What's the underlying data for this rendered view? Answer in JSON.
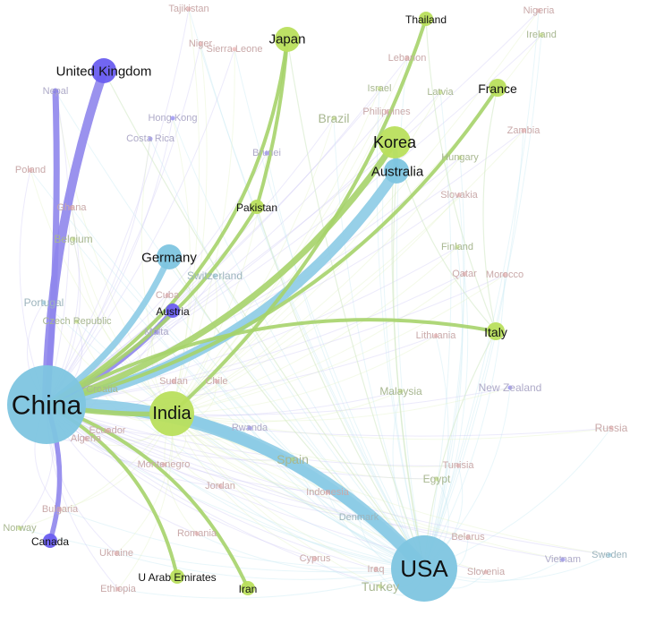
{
  "network": {
    "nodes": [
      {
        "label": "China",
        "color": "#7ec5e0",
        "size": "xl",
        "strong": true
      },
      {
        "label": "USA",
        "color": "#7ec5e0",
        "size": "l",
        "strong": true
      },
      {
        "label": "India",
        "color": "#b9df5d",
        "size": "ml",
        "strong": true
      },
      {
        "label": "Korea",
        "color": "#b9df5d",
        "size": "m",
        "strong": true
      },
      {
        "label": "Australia",
        "color": "#7ec5e0",
        "size": "s",
        "strong": true
      },
      {
        "label": "United Kingdom",
        "color": "#6a5ef0",
        "size": "s",
        "strong": true
      },
      {
        "label": "Germany",
        "color": "#7ec5e0",
        "size": "s",
        "strong": true
      },
      {
        "label": "Japan",
        "color": "#b9df5d",
        "size": "s",
        "strong": true
      },
      {
        "label": "Italy",
        "color": "#b9df5d",
        "size": "xs",
        "strong": true
      },
      {
        "label": "France",
        "color": "#b9df5d",
        "size": "xs",
        "strong": true
      },
      {
        "label": "Thailand",
        "color": "#b9df5d",
        "size": "xxs",
        "strong": true
      },
      {
        "label": "Pakistan",
        "color": "#b9df5d",
        "size": "xxs",
        "strong": true
      },
      {
        "label": "Austria",
        "color": "#6a5ef0",
        "size": "xxs",
        "strong": true
      },
      {
        "label": "Canada",
        "color": "#6a5ef0",
        "size": "xxs",
        "strong": true
      },
      {
        "label": "Iran",
        "color": "#b9df5d",
        "size": "xxs",
        "strong": true
      },
      {
        "label": "U Arab Emirates",
        "color": "#b9df5d",
        "size": "xxs",
        "strong": true
      },
      {
        "label": "Tajikistan",
        "color": "#e79a9a",
        "size": "dot"
      },
      {
        "label": "Nigeria",
        "color": "#e79a9a",
        "size": "dot"
      },
      {
        "label": "Ireland",
        "color": "#b9df5d",
        "size": "dot"
      },
      {
        "label": "Niger",
        "color": "#e79a9a",
        "size": "dot"
      },
      {
        "label": "Sierra Leone",
        "color": "#e79a9a",
        "size": "dot"
      },
      {
        "label": "Lebanon",
        "color": "#e79a9a",
        "size": "dot"
      },
      {
        "label": "Nepal",
        "color": "#6a5ef0",
        "size": "dot"
      },
      {
        "label": "Israel",
        "color": "#b9df5d",
        "size": "dot"
      },
      {
        "label": "Latvia",
        "color": "#b9df5d",
        "size": "dot"
      },
      {
        "label": "Philippines",
        "color": "#e79a9a",
        "size": "dot"
      },
      {
        "label": "Brazil",
        "color": "#b9df5d",
        "size": "dot"
      },
      {
        "label": "Hong Kong",
        "color": "#6a5ef0",
        "size": "dot"
      },
      {
        "label": "Zambia",
        "color": "#e79a9a",
        "size": "dot"
      },
      {
        "label": "Costa Rica",
        "color": "#6a5ef0",
        "size": "dot"
      },
      {
        "label": "Brunei",
        "color": "#6a5ef0",
        "size": "dot"
      },
      {
        "label": "Hungary",
        "color": "#b9df5d",
        "size": "dot"
      },
      {
        "label": "Poland",
        "color": "#e79a9a",
        "size": "dot"
      },
      {
        "label": "Slovakia",
        "color": "#e79a9a",
        "size": "dot"
      },
      {
        "label": "Ghana",
        "color": "#e79a9a",
        "size": "dot"
      },
      {
        "label": "Belgium",
        "color": "#b9df5d",
        "size": "dot"
      },
      {
        "label": "Finland",
        "color": "#b9df5d",
        "size": "dot"
      },
      {
        "label": "Switzerland",
        "color": "#7ec5e0",
        "size": "dot"
      },
      {
        "label": "Qatar",
        "color": "#e79a9a",
        "size": "dot"
      },
      {
        "label": "Morocco",
        "color": "#e79a9a",
        "size": "dot"
      },
      {
        "label": "Portugal",
        "color": "#7ec5e0",
        "size": "dot"
      },
      {
        "label": "Czech Republic",
        "color": "#b9df5d",
        "size": "dot"
      },
      {
        "label": "Cuba",
        "color": "#e79a9a",
        "size": "dot"
      },
      {
        "label": "Malta",
        "color": "#6a5ef0",
        "size": "dot"
      },
      {
        "label": "Lithuania",
        "color": "#e79a9a",
        "size": "dot"
      },
      {
        "label": "New Zealand",
        "color": "#6a5ef0",
        "size": "dot"
      },
      {
        "label": "Croatia",
        "color": "#b9df5d",
        "size": "dot"
      },
      {
        "label": "Sudan",
        "color": "#e79a9a",
        "size": "dot"
      },
      {
        "label": "Chile",
        "color": "#e79a9a",
        "size": "dot"
      },
      {
        "label": "Malaysia",
        "color": "#b9df5d",
        "size": "dot"
      },
      {
        "label": "Algeria",
        "color": "#e79a9a",
        "size": "dot"
      },
      {
        "label": "Ecuador",
        "color": "#e79a9a",
        "size": "dot"
      },
      {
        "label": "Rwanda",
        "color": "#6a5ef0",
        "size": "dot"
      },
      {
        "label": "Russia",
        "color": "#e79a9a",
        "size": "dot"
      },
      {
        "label": "Montenegro",
        "color": "#e79a9a",
        "size": "dot"
      },
      {
        "label": "Spain",
        "color": "#b9df5d",
        "size": "dot"
      },
      {
        "label": "Tunisia",
        "color": "#e79a9a",
        "size": "dot"
      },
      {
        "label": "Egypt",
        "color": "#b9df5d",
        "size": "dot"
      },
      {
        "label": "Jordan",
        "color": "#e79a9a",
        "size": "dot"
      },
      {
        "label": "Indonesia",
        "color": "#e79a9a",
        "size": "dot"
      },
      {
        "label": "Bulgaria",
        "color": "#e79a9a",
        "size": "dot"
      },
      {
        "label": "Denmark",
        "color": "#7ec5e0",
        "size": "dot"
      },
      {
        "label": "Norway",
        "color": "#b9df5d",
        "size": "dot"
      },
      {
        "label": "Belarus",
        "color": "#e79a9a",
        "size": "dot"
      },
      {
        "label": "Romania",
        "color": "#e79a9a",
        "size": "dot"
      },
      {
        "label": "Ukraine",
        "color": "#e79a9a",
        "size": "dot"
      },
      {
        "label": "Cyprus",
        "color": "#e79a9a",
        "size": "dot"
      },
      {
        "label": "Vietnam",
        "color": "#6a5ef0",
        "size": "dot"
      },
      {
        "label": "Sweden",
        "color": "#7ec5e0",
        "size": "dot"
      },
      {
        "label": "Iraq",
        "color": "#e79a9a",
        "size": "dot"
      },
      {
        "label": "Slovenia",
        "color": "#e79a9a",
        "size": "dot"
      },
      {
        "label": "Turkey",
        "color": "#b9df5d",
        "size": "dot"
      },
      {
        "label": "Ethiopia",
        "color": "#e79a9a",
        "size": "dot"
      }
    ],
    "links": [
      {
        "from": "China",
        "to": "USA",
        "strength": 9
      },
      {
        "from": "China",
        "to": "Australia",
        "strength": 7
      },
      {
        "from": "China",
        "to": "United Kingdom",
        "strength": 6
      },
      {
        "from": "China",
        "to": "Nepal",
        "strength": 4
      },
      {
        "from": "China",
        "to": "Korea",
        "strength": 4
      },
      {
        "from": "China",
        "to": "Germany",
        "strength": 4
      },
      {
        "from": "China",
        "to": "Austria",
        "strength": 3
      },
      {
        "from": "China",
        "to": "Japan",
        "strength": 2
      },
      {
        "from": "China",
        "to": "France",
        "strength": 2
      },
      {
        "from": "China",
        "to": "Pakistan",
        "strength": 2
      },
      {
        "from": "China",
        "to": "Canada",
        "strength": 3
      },
      {
        "from": "China",
        "to": "India",
        "strength": 3
      },
      {
        "from": "China",
        "to": "Italy",
        "strength": 2
      },
      {
        "from": "China",
        "to": "U Arab Emirates",
        "strength": 2
      },
      {
        "from": "China",
        "to": "Iran",
        "strength": 2
      },
      {
        "from": "India",
        "to": "USA",
        "strength": 7
      },
      {
        "from": "India",
        "to": "Thailand",
        "strength": 2
      },
      {
        "from": "Japan",
        "to": "Pakistan",
        "strength": 2
      },
      {
        "from": "Korea",
        "to": "Australia",
        "strength": 3
      }
    ]
  }
}
